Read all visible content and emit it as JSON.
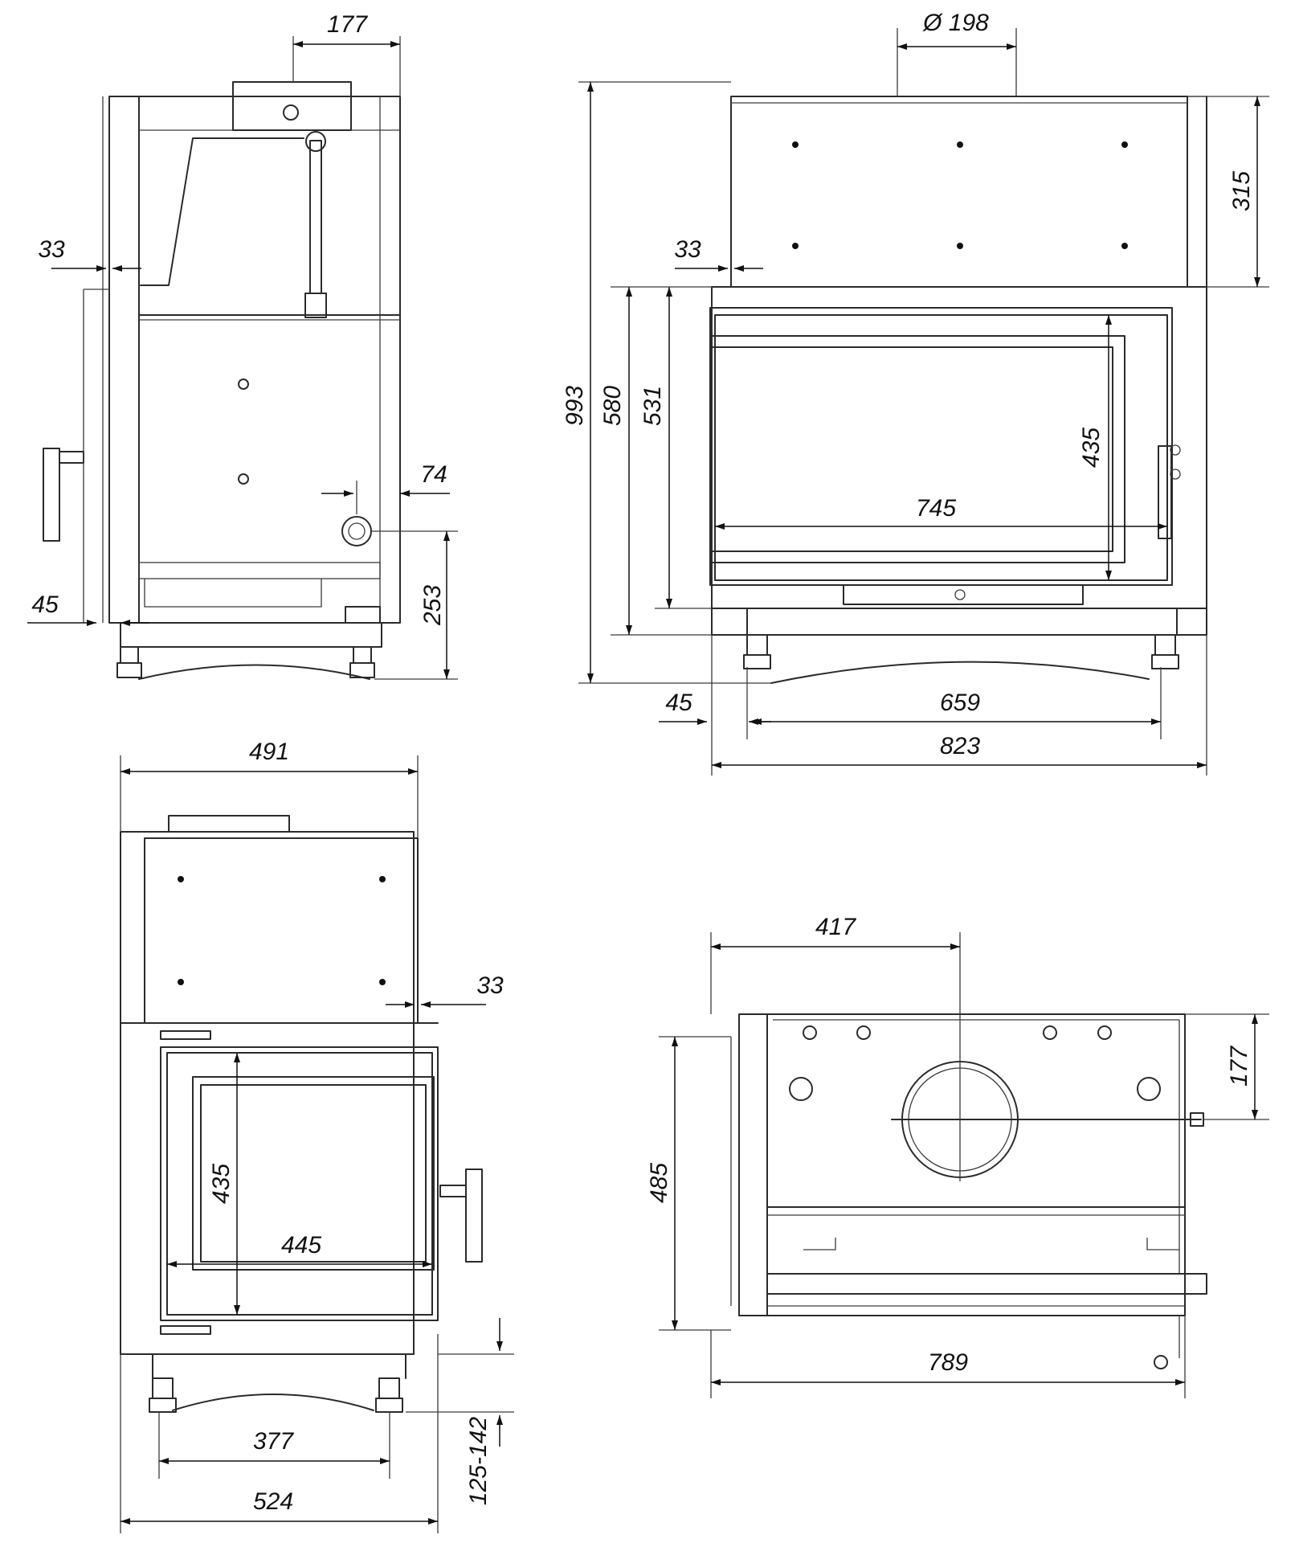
{
  "dimensions": {
    "side_top_width": "177",
    "side_wall_33": "33",
    "side_pipe_74": "74",
    "side_height_253": "253",
    "side_foot_45": "45",
    "front_flue_diameter": "Ø 198",
    "front_top_315": "315",
    "front_wall_33": "33",
    "front_height_993": "993",
    "front_height_580": "580",
    "front_height_531": "531",
    "front_glass_435": "435",
    "front_glass_745": "745",
    "front_foot_45": "45",
    "front_feet_659": "659",
    "front_width_823": "823",
    "side2_width_491": "491",
    "side2_wall_33": "33",
    "side2_glass_435": "435",
    "side2_glass_445": "445",
    "side2_feet_377": "377",
    "side2_width_524": "524",
    "side2_leg_range": "125-142",
    "top_flue_417": "417",
    "top_flue_177": "177",
    "top_depth_485": "485",
    "top_width_789": "789"
  }
}
